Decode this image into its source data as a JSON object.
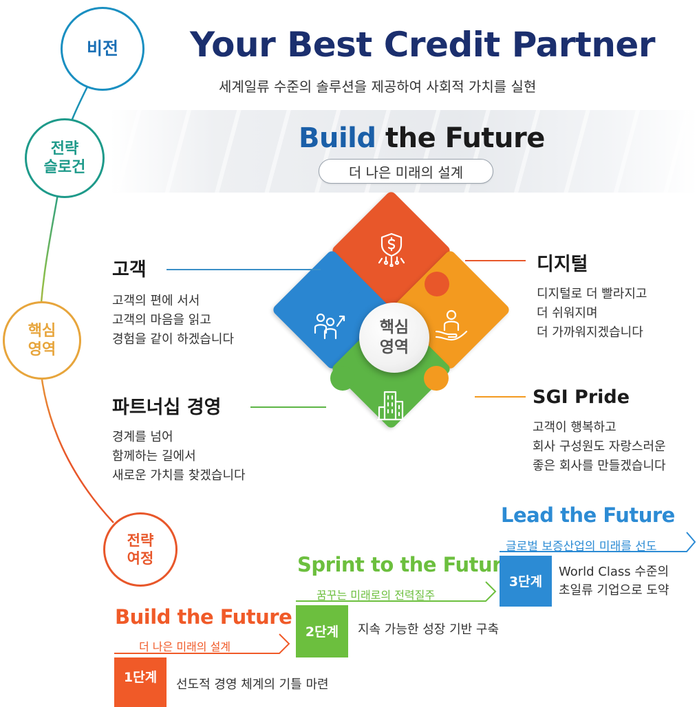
{
  "colors": {
    "navy": "#1b2f6e",
    "blue": "#1a6fb5",
    "teal": "#1e9a8a",
    "gold": "#e7a53c",
    "orange": "#e8572a",
    "tile_red": "#e8572a",
    "tile_orange": "#f39a1f",
    "tile_green": "#5cb545",
    "tile_blue": "#2a86d1",
    "step1": "#f05a28",
    "step2": "#6cbf3e",
    "step3": "#2c8bd4"
  },
  "lanes": [
    {
      "label": "비전"
    },
    {
      "label": "전략\n슬로건"
    },
    {
      "label": "핵심\n영역"
    },
    {
      "label": "전략\n여정"
    }
  ],
  "vision": {
    "title": "Your Best Credit Partner",
    "subtitle": "세계일류 수준의 솔루션을 제공하여 사회적 가치를 실현"
  },
  "slogan": {
    "title_part1": "Build",
    "title_part2": "the Future",
    "pill": "더 나은 미래의 설계"
  },
  "core": {
    "center_label": "핵심\n영역",
    "areas": [
      {
        "title": "고객",
        "icon": "people-growth-icon",
        "lines": [
          "고객의 편에 서서",
          "고객의 마음을 읽고",
          "경험을 같이 하겠습니다"
        ]
      },
      {
        "title": "디지털",
        "icon": "digital-shield-icon",
        "lines": [
          "디지털로 더 빨라지고",
          "더 쉬워지며",
          "더 가까워지겠습니다"
        ]
      },
      {
        "title": "파트너십 경영",
        "icon": "buildings-icon",
        "lines": [
          "경계를 넘어",
          "함께하는 길에서",
          "새로운 가치를 찾겠습니다"
        ]
      },
      {
        "title": "SGI Pride",
        "icon": "person-hand-icon",
        "lines": [
          "고객이 행복하고",
          "회사 구성원도 자랑스러운",
          "좋은 회사를 만들겠습니다"
        ]
      }
    ]
  },
  "journey": [
    {
      "title": "Build the Future",
      "sub": "더 나은 미래의 설계",
      "step": "1단계",
      "lines": [
        "선도적 경영 체계의 기틀 마련"
      ]
    },
    {
      "title": "Sprint to the Future",
      "sub": "꿈꾸는 미래로의 전력질주",
      "step": "2단계",
      "lines": [
        "지속 가능한 성장 기반 구축"
      ]
    },
    {
      "title": "Lead the Future",
      "sub": "글로벌 보증산업의 미래를 선도",
      "step": "3단계",
      "lines": [
        "World Class 수준의",
        "초일류 기업으로 도약"
      ]
    }
  ]
}
